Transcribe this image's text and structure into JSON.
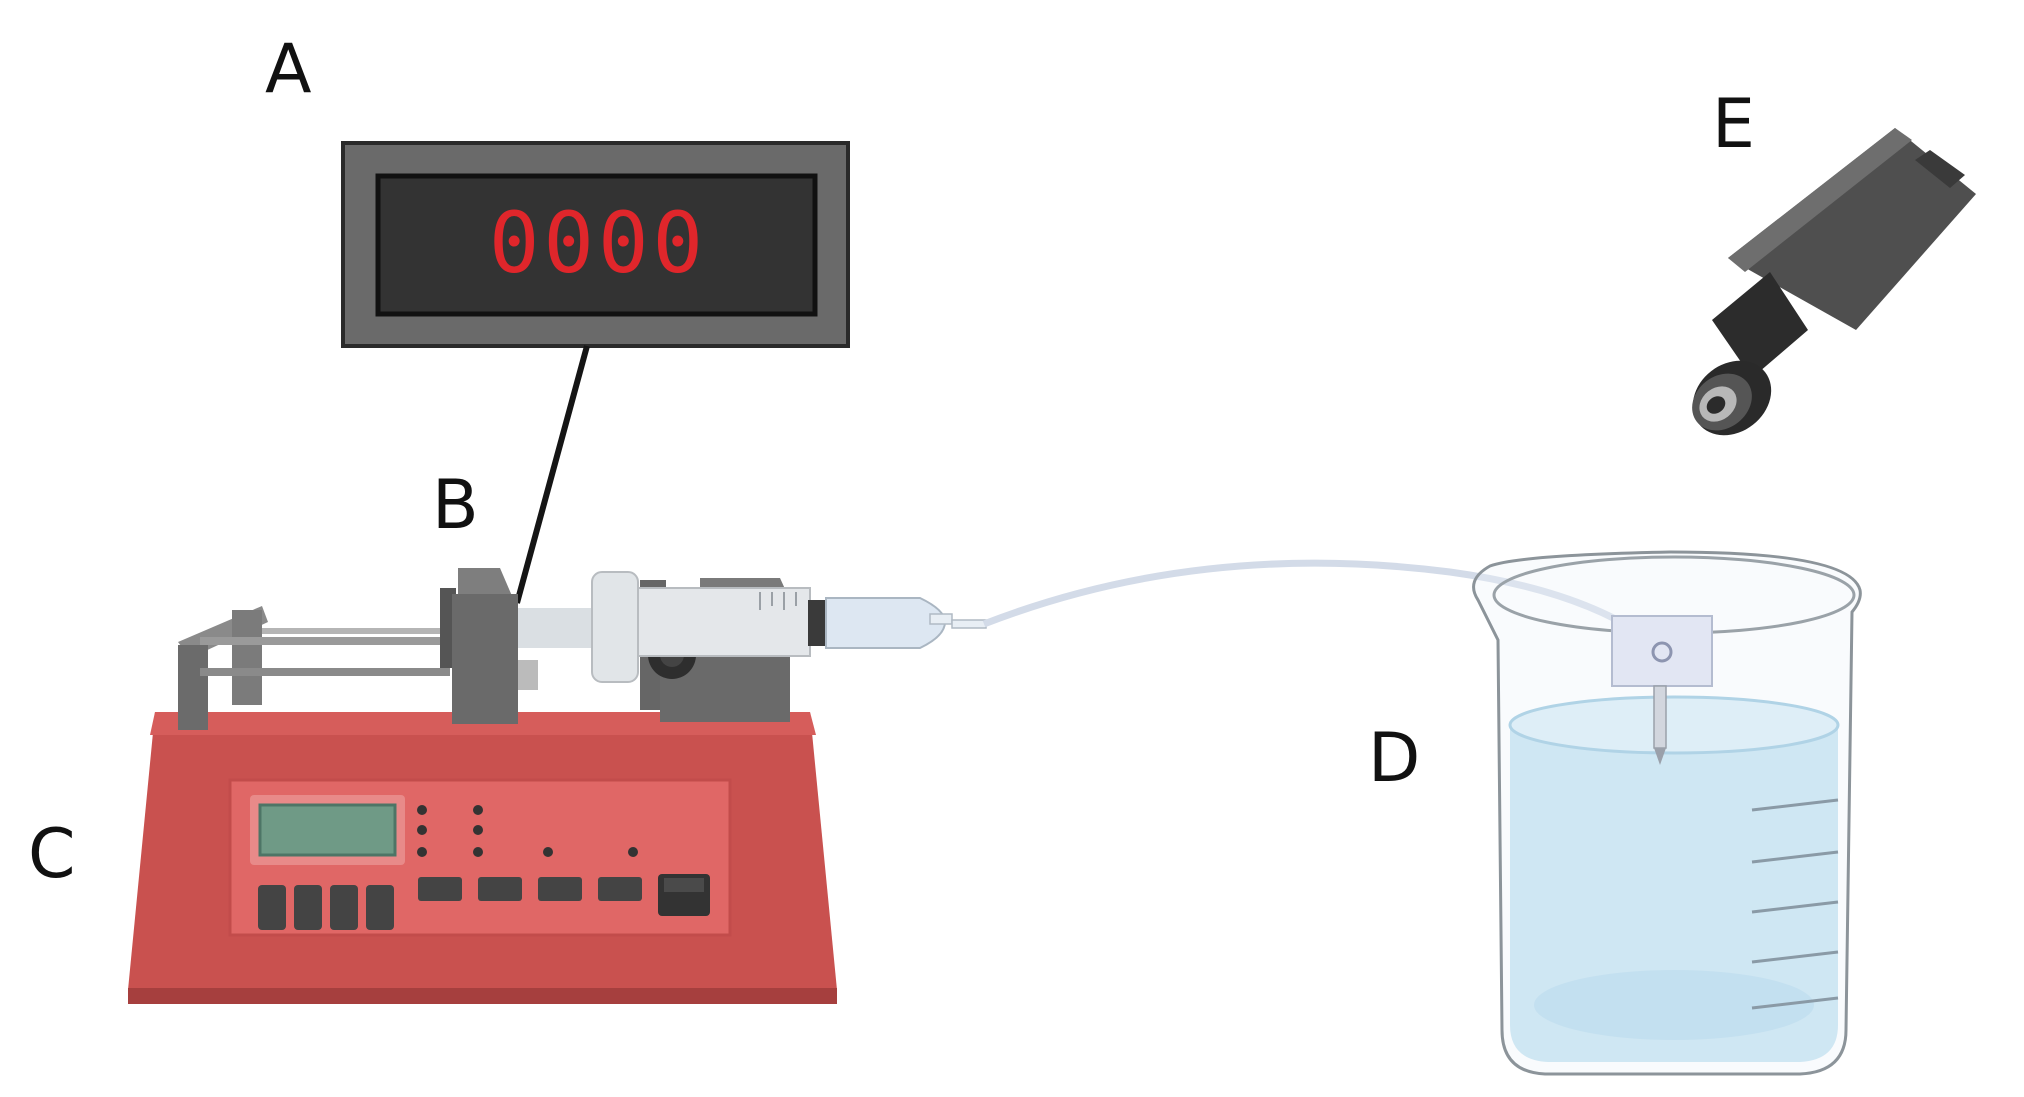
{
  "labels": {
    "a": "A",
    "b": "B",
    "c": "C",
    "d": "D",
    "e": "E"
  },
  "display": {
    "readout": "0000"
  },
  "colors": {
    "pump_body": "#c9514f",
    "pump_panel": "#e06766",
    "lcd": "#6f9a86",
    "display_digits": "#e0262b",
    "water": "#bfe0f0",
    "camera": "#555555"
  }
}
